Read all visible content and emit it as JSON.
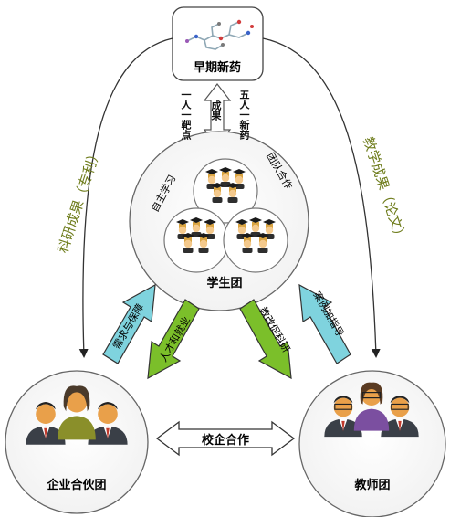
{
  "nodes": {
    "top_label": "早期新药",
    "student_label": "学生团",
    "student_sub_left": "自主学习",
    "student_sub_right": "团队合作",
    "enterprise_label": "企业合伙团",
    "teacher_label": "教师团"
  },
  "center_arrow": {
    "label_mid": "成果",
    "label_left": "一人一靶点",
    "label_right": "五人一新药"
  },
  "curves": {
    "left": "科研成果（专利）",
    "right": "教学成果（论文）"
  },
  "arrows": {
    "enterprise_up": "需求与保障",
    "student_down_left": "人才和就业",
    "student_down_right": "教改促科研",
    "teacher_up": "案例加指导",
    "bottom": "校企合作"
  },
  "colors": {
    "cyan_fill": "#7fd3de",
    "green_fill": "#7bbf2a",
    "curve_text": "#6e7c1b"
  },
  "icons": {
    "molecule": "molecule-icon",
    "graduates": "graduate-students-icon",
    "businesspeople": "businesspeople-icon",
    "teachers": "teachers-icon"
  }
}
